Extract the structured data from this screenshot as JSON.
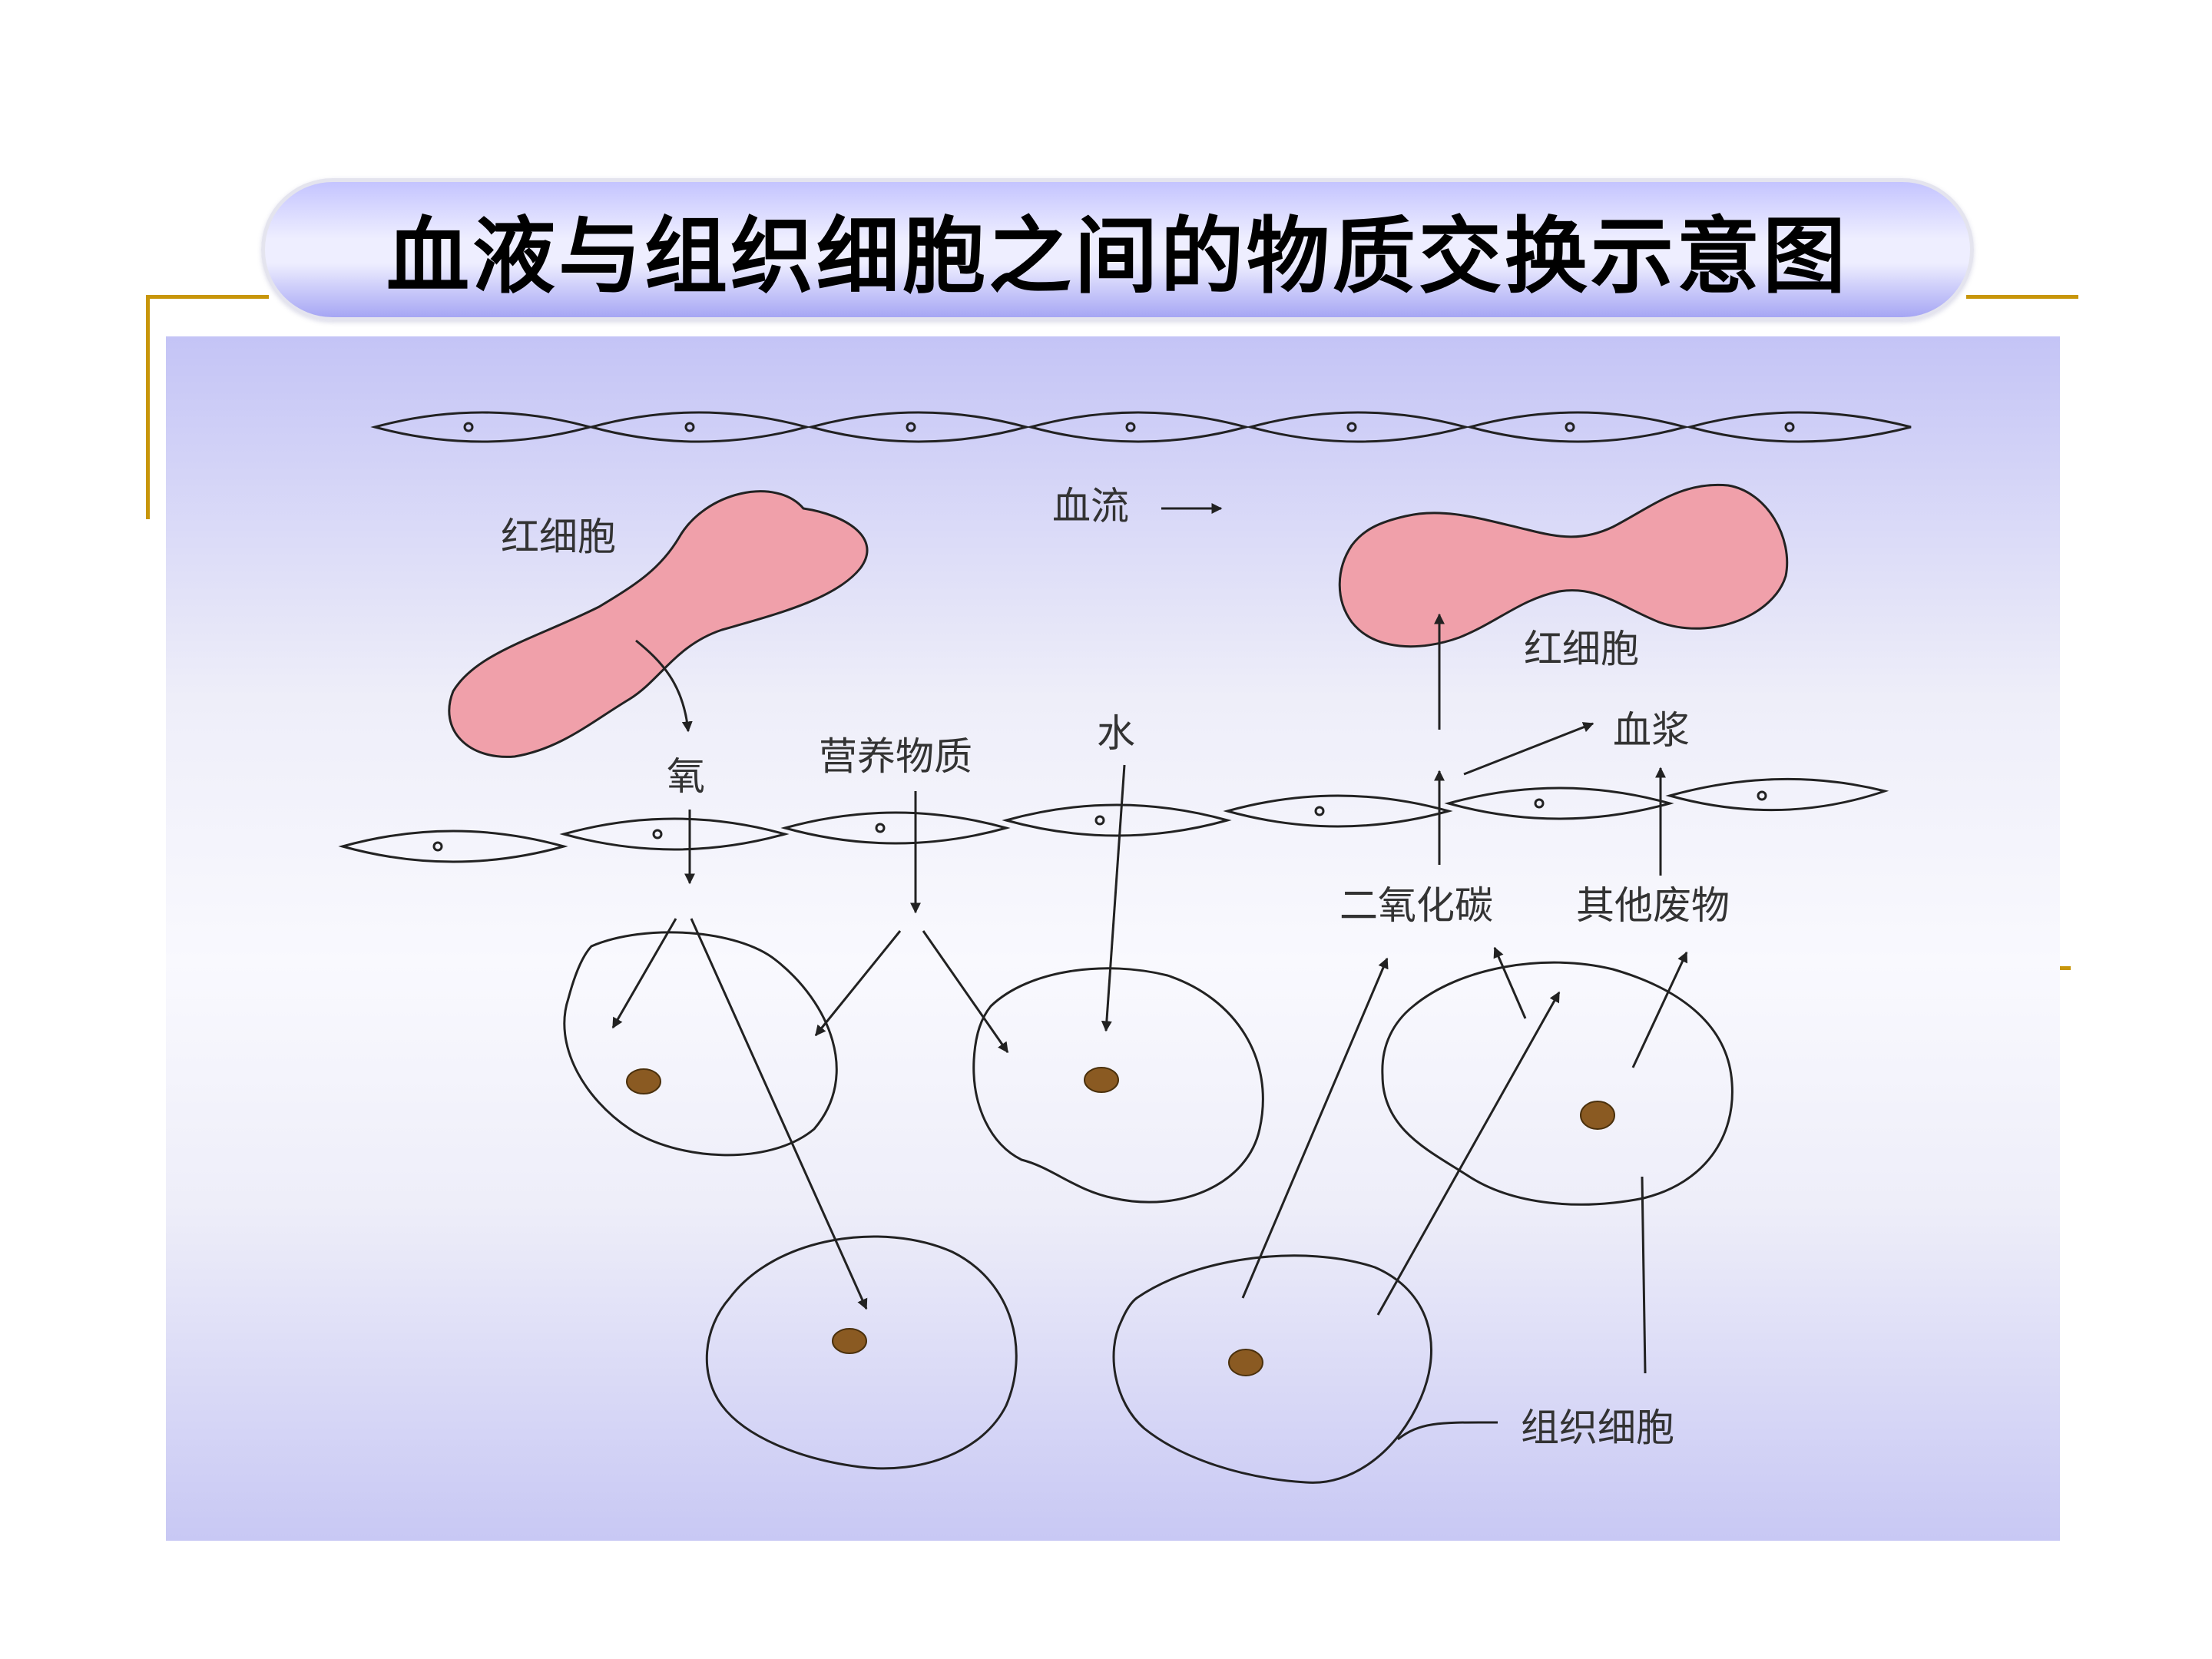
{
  "title": "血液与组织细胞之间的物质交换示意图",
  "labels": {
    "red_cell_left": "红细胞",
    "blood_flow": "血流",
    "red_cell_right": "红细胞",
    "oxygen": "氧",
    "nutrients": "营养物质",
    "water": "水",
    "plasma": "血浆",
    "co2": "二氧化碳",
    "other_waste": "其他废物",
    "tissue_cells": "组织细胞"
  },
  "colors": {
    "title_pill_mid": "#eeeeff",
    "title_pill_edge": "#a6a6f4",
    "accent_rule": "#c8960a",
    "panel_bg": "#c4c4f6",
    "red_cell_fill": "#f0a0aa",
    "nucleus_fill": "#8a5a22"
  }
}
